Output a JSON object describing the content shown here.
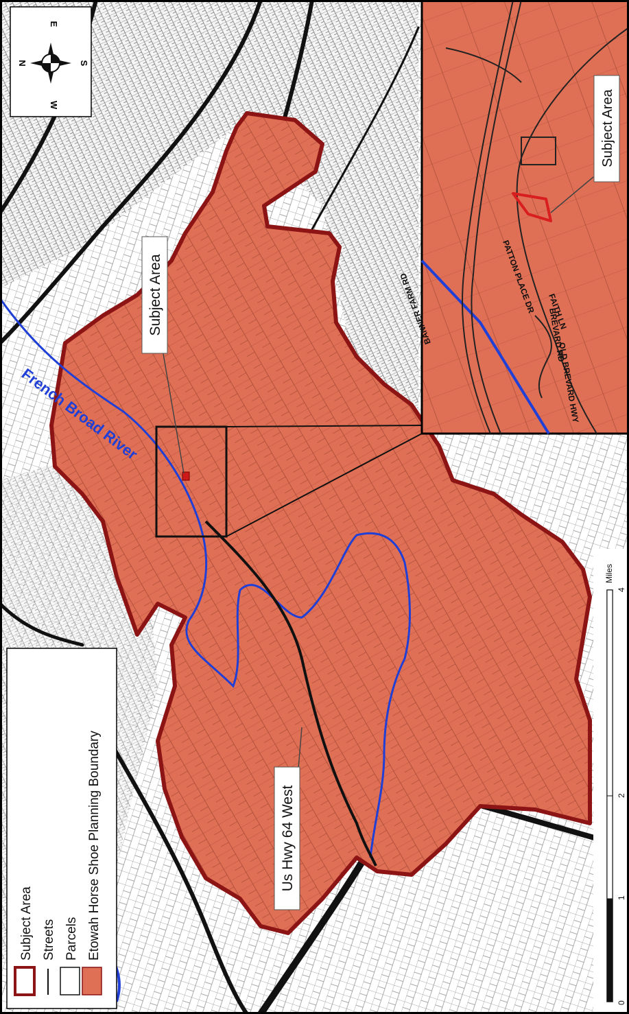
{
  "legend": {
    "items": [
      {
        "key": "subject",
        "label": "Subject Area"
      },
      {
        "key": "streets",
        "label": "Streets"
      },
      {
        "key": "parcels",
        "label": "Parcels"
      },
      {
        "key": "boundary",
        "label": "Etowah Horse Shoe Planning Boundary"
      }
    ]
  },
  "compass": {
    "n": "N",
    "e": "E",
    "s": "S",
    "w": "W"
  },
  "labels": {
    "subject_area_main": "Subject Area",
    "subject_area_inset": "Subject Area",
    "river": "French Broad River",
    "highway": "Us Hwy 64 West"
  },
  "inset_roads": {
    "banner_farm": "BANNER FARM RD",
    "patton_place": "PATTON PLACE DR",
    "faith_ln": "FAITH LN",
    "brevard_rd": "BREVARD RD",
    "old_brevard": "OLD BREVARD HWY"
  },
  "scale": {
    "unit": "Miles",
    "ticks": [
      "0",
      "1",
      "2",
      "4"
    ]
  },
  "colors": {
    "boundary_fill": "#df6f55",
    "boundary_stroke": "#8c1414",
    "river": "#1f3fd6",
    "subject": "#cc1a1a",
    "roads": "#111111",
    "parcels": "#9a9a9a"
  }
}
